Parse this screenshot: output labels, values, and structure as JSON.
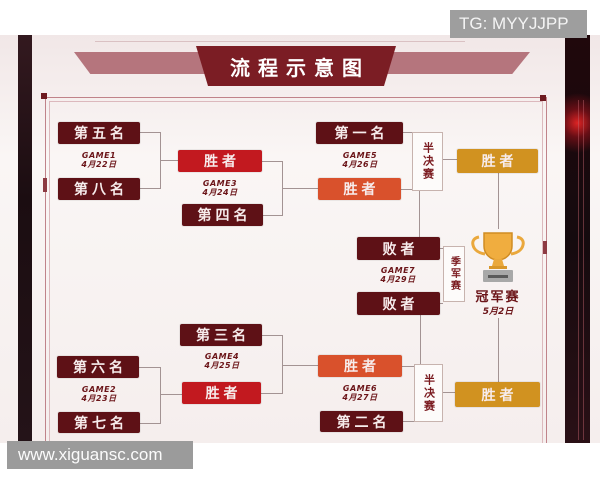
{
  "overlays": {
    "tg_badge": "TG: MYYJJPP",
    "watermark": "www.xiguansc.com"
  },
  "page": {
    "title_banner": "流程示意图"
  },
  "bracket": {
    "semifinal_label": "半决赛",
    "upper": {
      "game1": {
        "name": "GAME1",
        "date": "4月22日",
        "top": "第五名",
        "bottom": "第八名"
      },
      "game3": {
        "name": "GAME3",
        "date": "4月24日",
        "winner": "胜者",
        "bottom": "第四名"
      },
      "game5": {
        "name": "GAME5",
        "date": "4月26日",
        "top": "第一名",
        "winner": "胜者"
      },
      "semifinal_winner": "胜者"
    },
    "lower": {
      "game2": {
        "name": "GAME2",
        "date": "4月23日",
        "top": "第六名",
        "bottom": "第七名"
      },
      "game4": {
        "name": "GAME4",
        "date": "4月25日",
        "top": "第三名",
        "winner": "胜者"
      },
      "game6": {
        "name": "GAME6",
        "date": "4月27日",
        "winner": "胜者",
        "bottom": "第二名"
      },
      "semifinal_winner": "胜者"
    },
    "third_place": {
      "label": "季军赛",
      "game7": {
        "name": "GAME7",
        "date": "4月29日",
        "top": "败者",
        "bottom": "败者"
      }
    },
    "final": {
      "label": "冠军赛",
      "date": "5月2日",
      "icon": "trophy-icon"
    }
  },
  "colors": {
    "seed_box": "#5e1116",
    "winner_box_red": "#c2191f",
    "winner_box_orange": "#d9512c",
    "winner_box_gold": "#d19220",
    "banner": "#7b1d24",
    "banner_wing": "#b5757d",
    "label_text": "#6b1418",
    "connector": "#a39393",
    "badge_gray": "#9e9e9e"
  }
}
